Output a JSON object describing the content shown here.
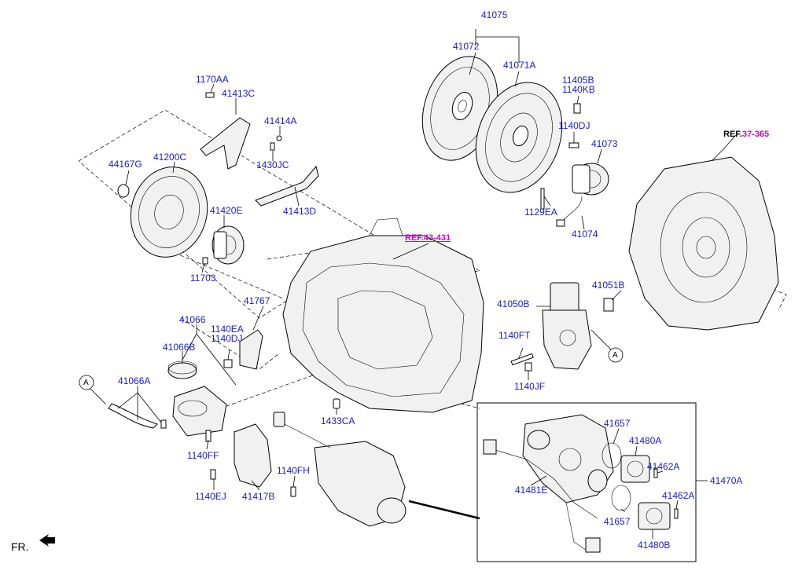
{
  "diagram": {
    "labels": {
      "p41075": "41075",
      "p41072": "41072",
      "p41071A": "41071A",
      "p11405B": "11405B",
      "p1140KB": "1140KB",
      "p1140DJ_top": "1140DJ",
      "p41073": "41073",
      "p1129EA": "1129EA",
      "p41074": "41074",
      "p1170AA": "1170AA",
      "p41413C": "41413C",
      "p41414A": "41414A",
      "p44167G": "44167G",
      "p41200C": "41200C",
      "p1430JC": "1430JC",
      "p41413D": "41413D",
      "p41420E": "41420E",
      "p11703": "11703",
      "p41767": "41767",
      "p41066": "41066",
      "p1140EA": "1140EA",
      "p1140DJ_mid": "1140DJ",
      "p41066B": "41066B",
      "p41066A": "41066A",
      "p41050B": "41050B",
      "p41051B": "41051B",
      "p1140FT": "1140FT",
      "p1140JF": "1140JF",
      "p1433CA": "1433CA",
      "p1140FF": "1140FF",
      "p1140FH": "1140FH",
      "p1140EJ": "1140EJ",
      "p41417B": "41417B",
      "p41657_a": "41657",
      "p41480A": "41480A",
      "p41462A_a": "41462A",
      "p41470A": "41470A",
      "p41481E": "41481E",
      "p41462A_b": "41462A",
      "p41657_b": "41657",
      "p41480B": "41480B"
    },
    "callout_A": "A",
    "refs": {
      "ref_37_prefix": "REF.",
      "ref_37_num": "37-365",
      "ref_43": "REF.43-431"
    },
    "fr": "FR."
  }
}
